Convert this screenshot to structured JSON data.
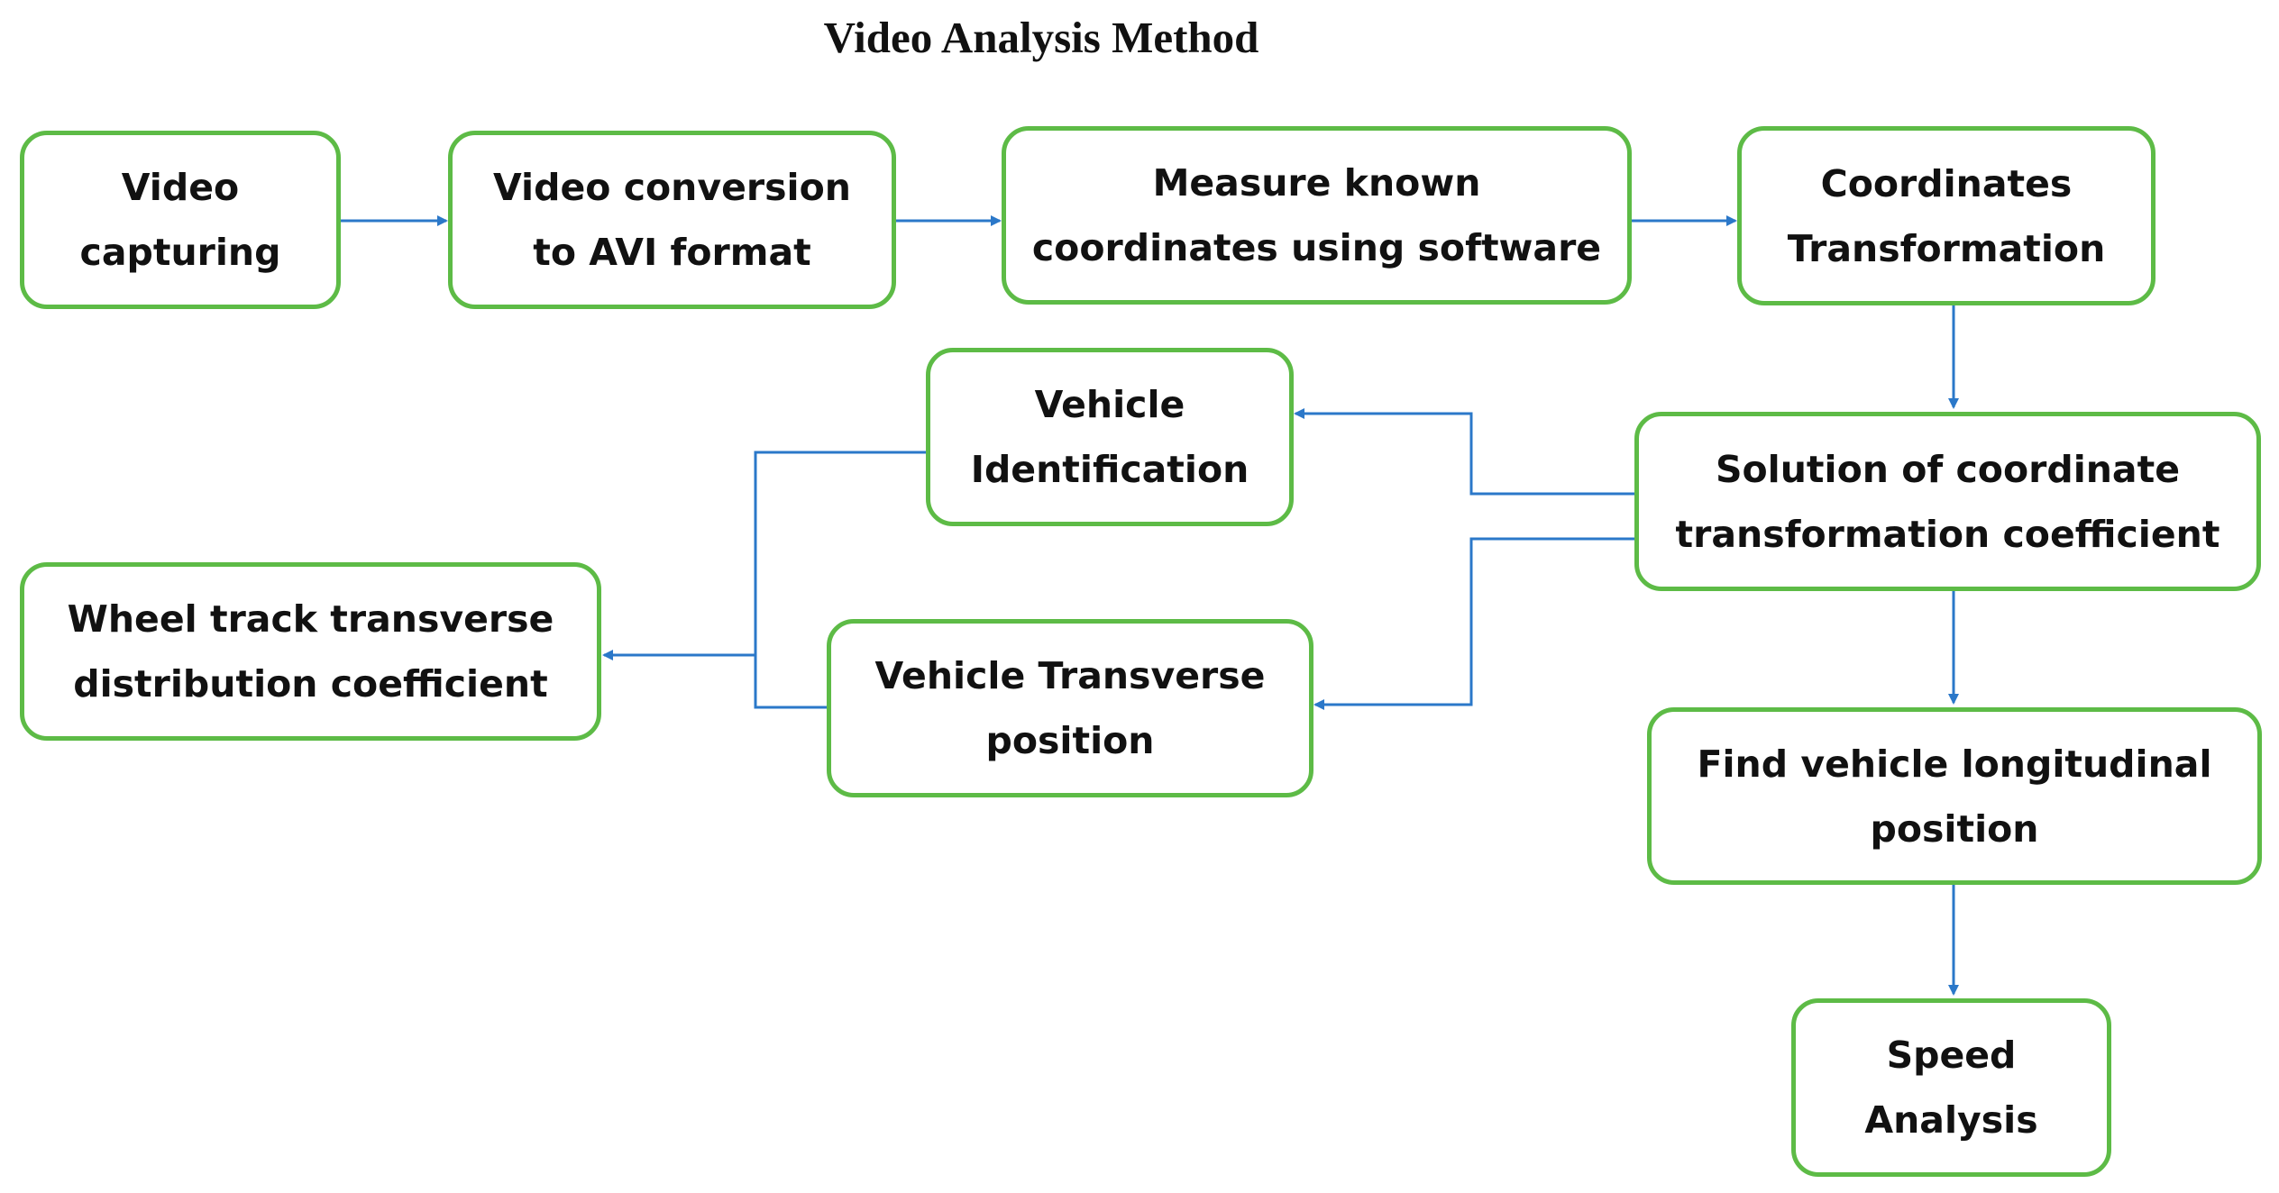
{
  "diagram": {
    "title": "Video Analysis Method",
    "nodes": {
      "video_capturing": "Video\ncapturing",
      "video_conversion": "Video conversion\nto AVI format",
      "measure_coordinates": "Measure known\ncoordinates using software",
      "coordinates_transformation": "Coordinates\nTransformation",
      "solution_coefficient": "Solution of coordinate\ntransformation coefficient",
      "vehicle_identification": "Vehicle\nIdentification",
      "vehicle_transverse_position": "Vehicle Transverse\nposition",
      "wheel_track_coefficient": "Wheel track transverse\ndistribution coefficient",
      "longitudinal_position": "Find vehicle longitudinal\nposition",
      "speed_analysis": "Speed\nAnalysis"
    },
    "colors": {
      "box_border": "#5dbb46",
      "connector": "#2b78c9",
      "text": "#111111"
    }
  }
}
